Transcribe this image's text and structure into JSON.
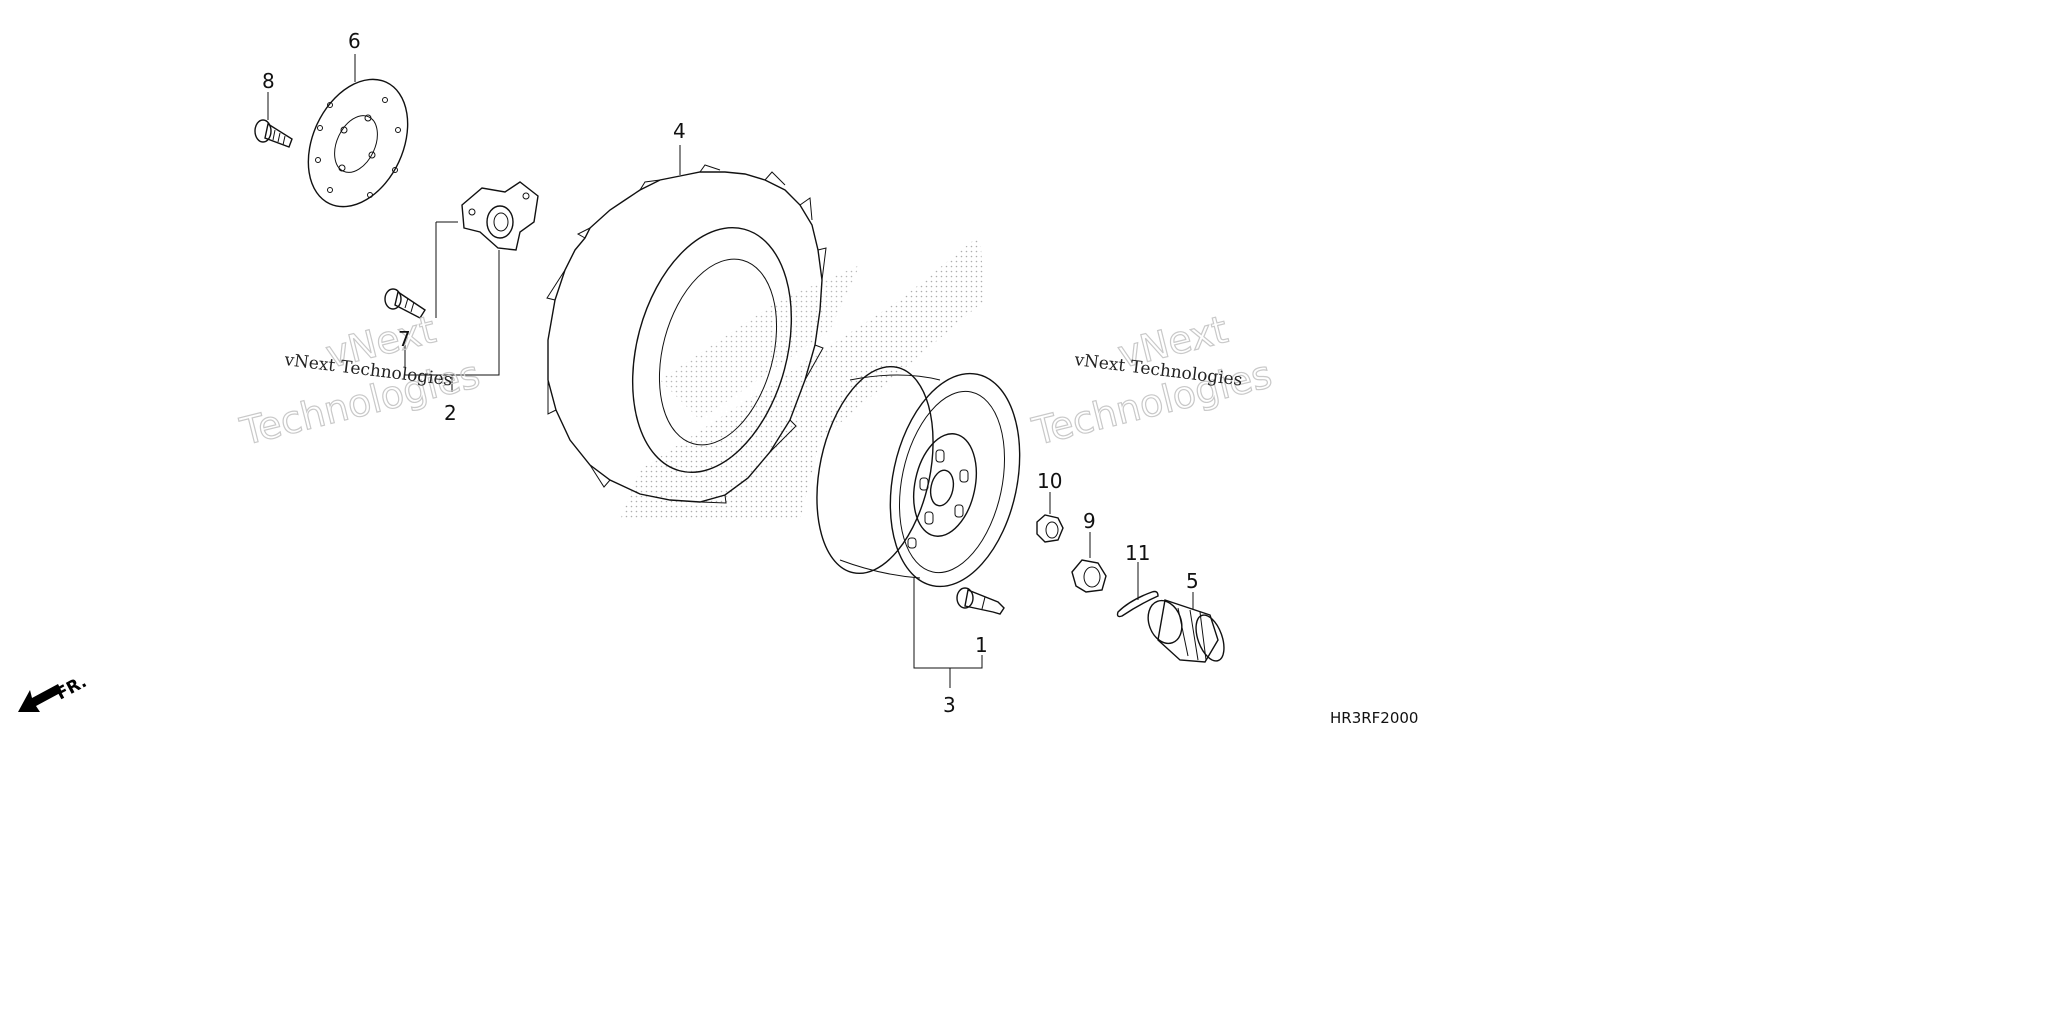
{
  "diagram": {
    "callouts": {
      "p1": "1",
      "p2": "2",
      "p3": "3",
      "p4": "4",
      "p5": "5",
      "p6": "6",
      "p7": "7",
      "p8": "8",
      "p9": "9",
      "p10": "10",
      "p11": "11"
    },
    "watermark": {
      "line_small": "vNext Technologies",
      "outline_line1": "vNext",
      "outline_line2": "Technologies"
    },
    "direction": "FR.",
    "diagram_code": "HR3RF2000"
  }
}
